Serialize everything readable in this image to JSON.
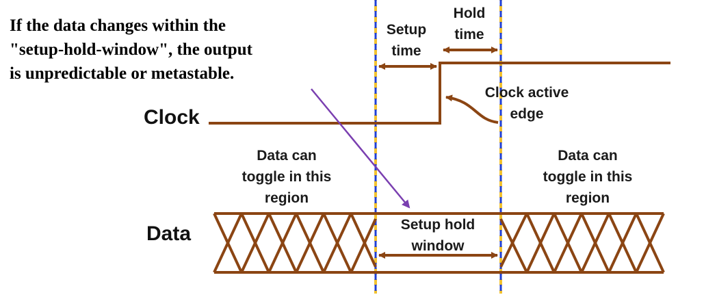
{
  "note": {
    "line1": "If the data changes within the",
    "line2": "\"setup-hold-window\", the output",
    "line3": "is unpredictable or metastable."
  },
  "signals": {
    "clock": "Clock",
    "data": "Data"
  },
  "labels": {
    "setup_time_1": "Setup",
    "setup_time_2": "time",
    "hold_time_1": "Hold",
    "hold_time_2": "time",
    "clock_edge_1": "Clock active",
    "clock_edge_2": "edge",
    "toggle_left_1": "Data can",
    "toggle_left_2": "toggle in this",
    "toggle_left_3": "region",
    "toggle_right_1": "Data can",
    "toggle_right_2": "toggle in this",
    "toggle_right_3": "region",
    "window_1": "Setup hold",
    "window_2": "window"
  },
  "colors": {
    "signal": "#8B4513",
    "marker_blue": "#1f3fd6",
    "marker_yellow": "#f2c230",
    "pointer": "#7a3fb0",
    "text": "#111111"
  }
}
